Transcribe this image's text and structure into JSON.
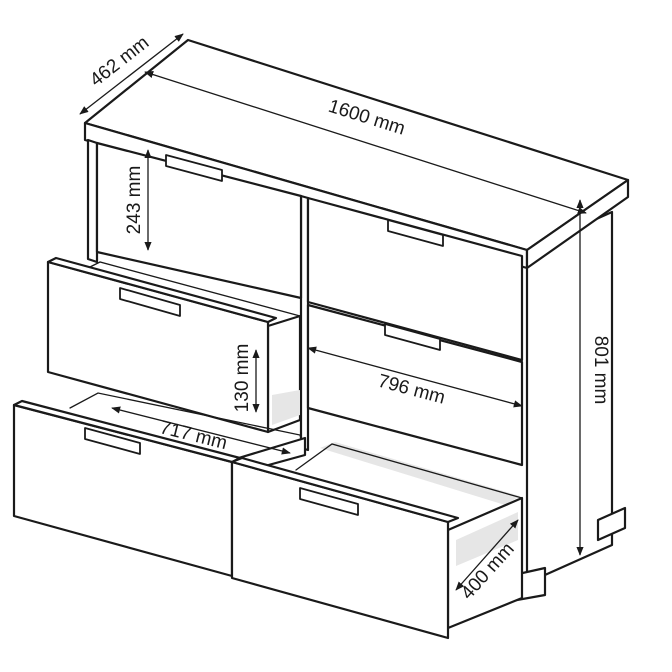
{
  "diagram": {
    "labels": {
      "depth": "462 mm",
      "width": "1600 mm",
      "height": "801 mm",
      "drawer_front_height": "243 mm",
      "drawer_inner_height": "130 mm",
      "right_inner_width": "796 mm",
      "left_inner_width": "717 mm",
      "drawer_depth": "400 mm"
    },
    "colors": {
      "line": "#1a1a1a",
      "shade": "#e6e6e6",
      "background": "#ffffff"
    }
  }
}
